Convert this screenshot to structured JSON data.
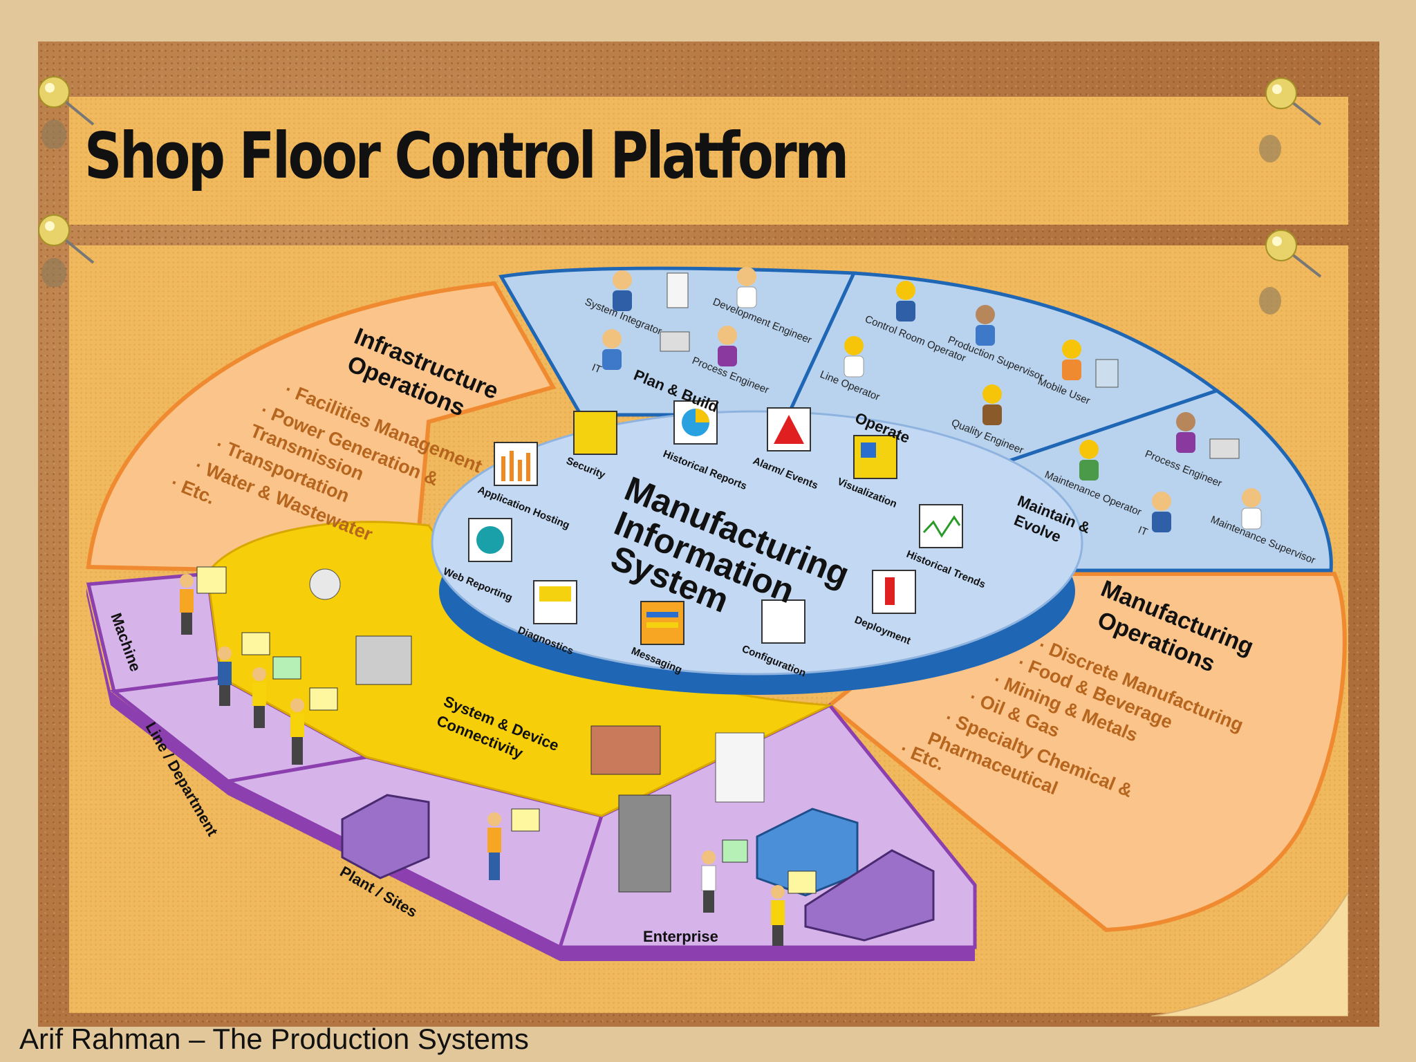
{
  "title": "Shop Floor Control Platform",
  "footer": "Arif Rahman – The Production Systems",
  "center": {
    "line1": "Manufacturing",
    "line2": "Information",
    "line3": "System",
    "modules": [
      "Security",
      "Historical Reports",
      "Alarm/ Events",
      "Visualization",
      "Historical Trends",
      "Deployment",
      "Configuration",
      "Messaging",
      "Diagnostics",
      "Web Reporting",
      "Application Hosting"
    ]
  },
  "infrastructure": {
    "heading1": "Infrastructure",
    "heading2": "Operations",
    "items": [
      "· Facilities Management",
      "· Power Generation &",
      "Transmission",
      "· Transportation",
      "· Water & Wastewater",
      "· Etc."
    ]
  },
  "manufacturing": {
    "heading1": "Manufacturing",
    "heading2": "Operations",
    "items": [
      "· Discrete Manufacturing",
      "· Food & Beverage",
      "· Mining & Metals",
      "· Oil & Gas",
      "· Specialty Chemical &",
      "Pharmaceutical",
      "· Etc."
    ]
  },
  "plan_build": {
    "label": "Plan & Build",
    "roles": [
      "System Integrator",
      "Development Engineer",
      "IT",
      "Process Engineer"
    ]
  },
  "operate": {
    "label": "Operate",
    "roles": [
      "Control Room Operator",
      "Production Supervisor",
      "Line Operator",
      "Mobile User",
      "Quality Engineer"
    ]
  },
  "maintain": {
    "label1": "Maintain &",
    "label2": "Evolve",
    "roles": [
      "Maintenance Operator",
      "Process Engineer",
      "IT",
      "Maintenance Supervisor"
    ]
  },
  "levels": {
    "machine": "Machine",
    "line": "Line / Department",
    "plant": "Plant / Sites",
    "enterprise": "Enterprise",
    "connectivity1": "System & Device",
    "connectivity2": "Connectivity"
  },
  "colors": {
    "board": "#b77a45",
    "paper": "#f0b95e",
    "blue_panel": "#b9d3ef",
    "orange_panel": "#fbc48a",
    "purple": "#b57ad3",
    "yellow": "#f6cf0a",
    "disk": "#c3d8f2"
  }
}
